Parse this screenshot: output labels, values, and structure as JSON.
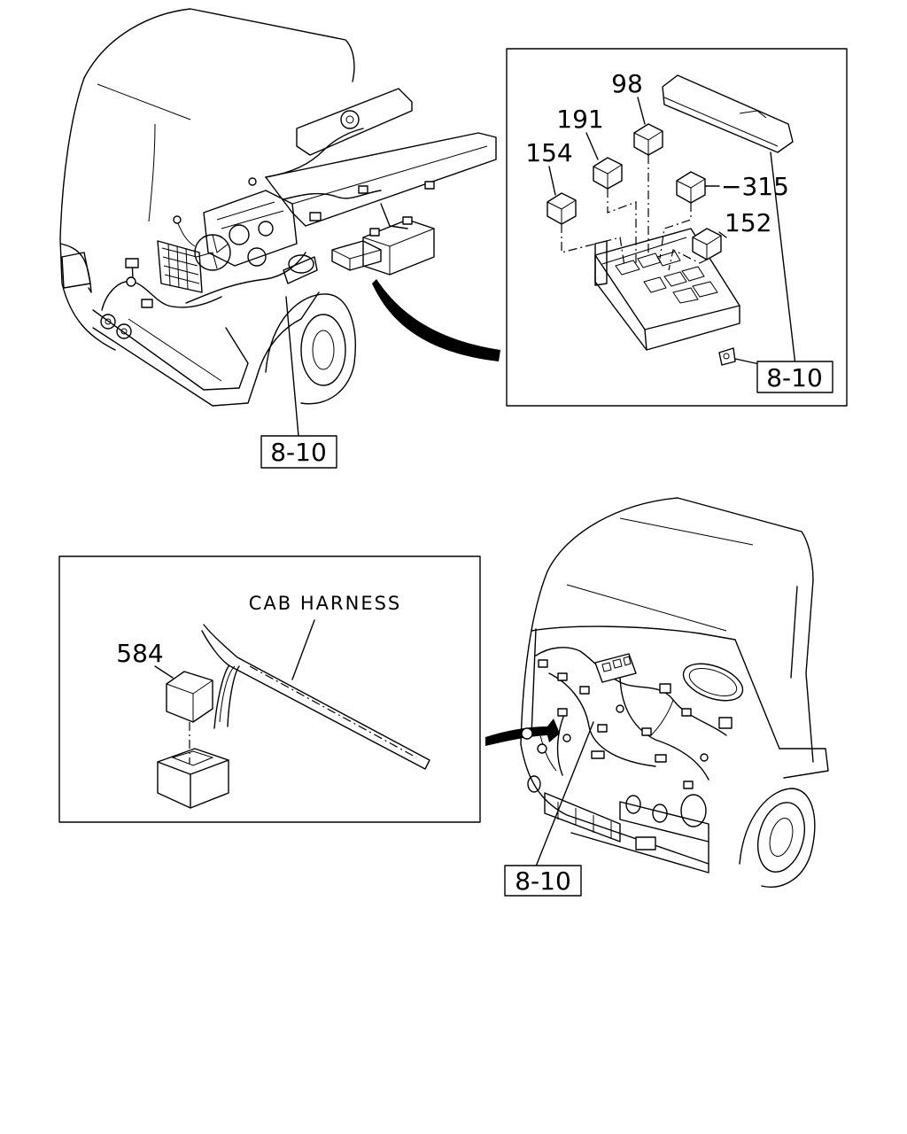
{
  "callouts": {
    "relay_98": "98",
    "relay_191": "191",
    "relay_154": "154",
    "relay_315": "315",
    "relay_152": "152",
    "relay_584": "584"
  },
  "reference_boxes": {
    "engine_view": "8-10",
    "relay_box_inset": "8-10",
    "cab_view": "8-10"
  },
  "labels": {
    "cab_harness": "CAB HARNESS"
  }
}
